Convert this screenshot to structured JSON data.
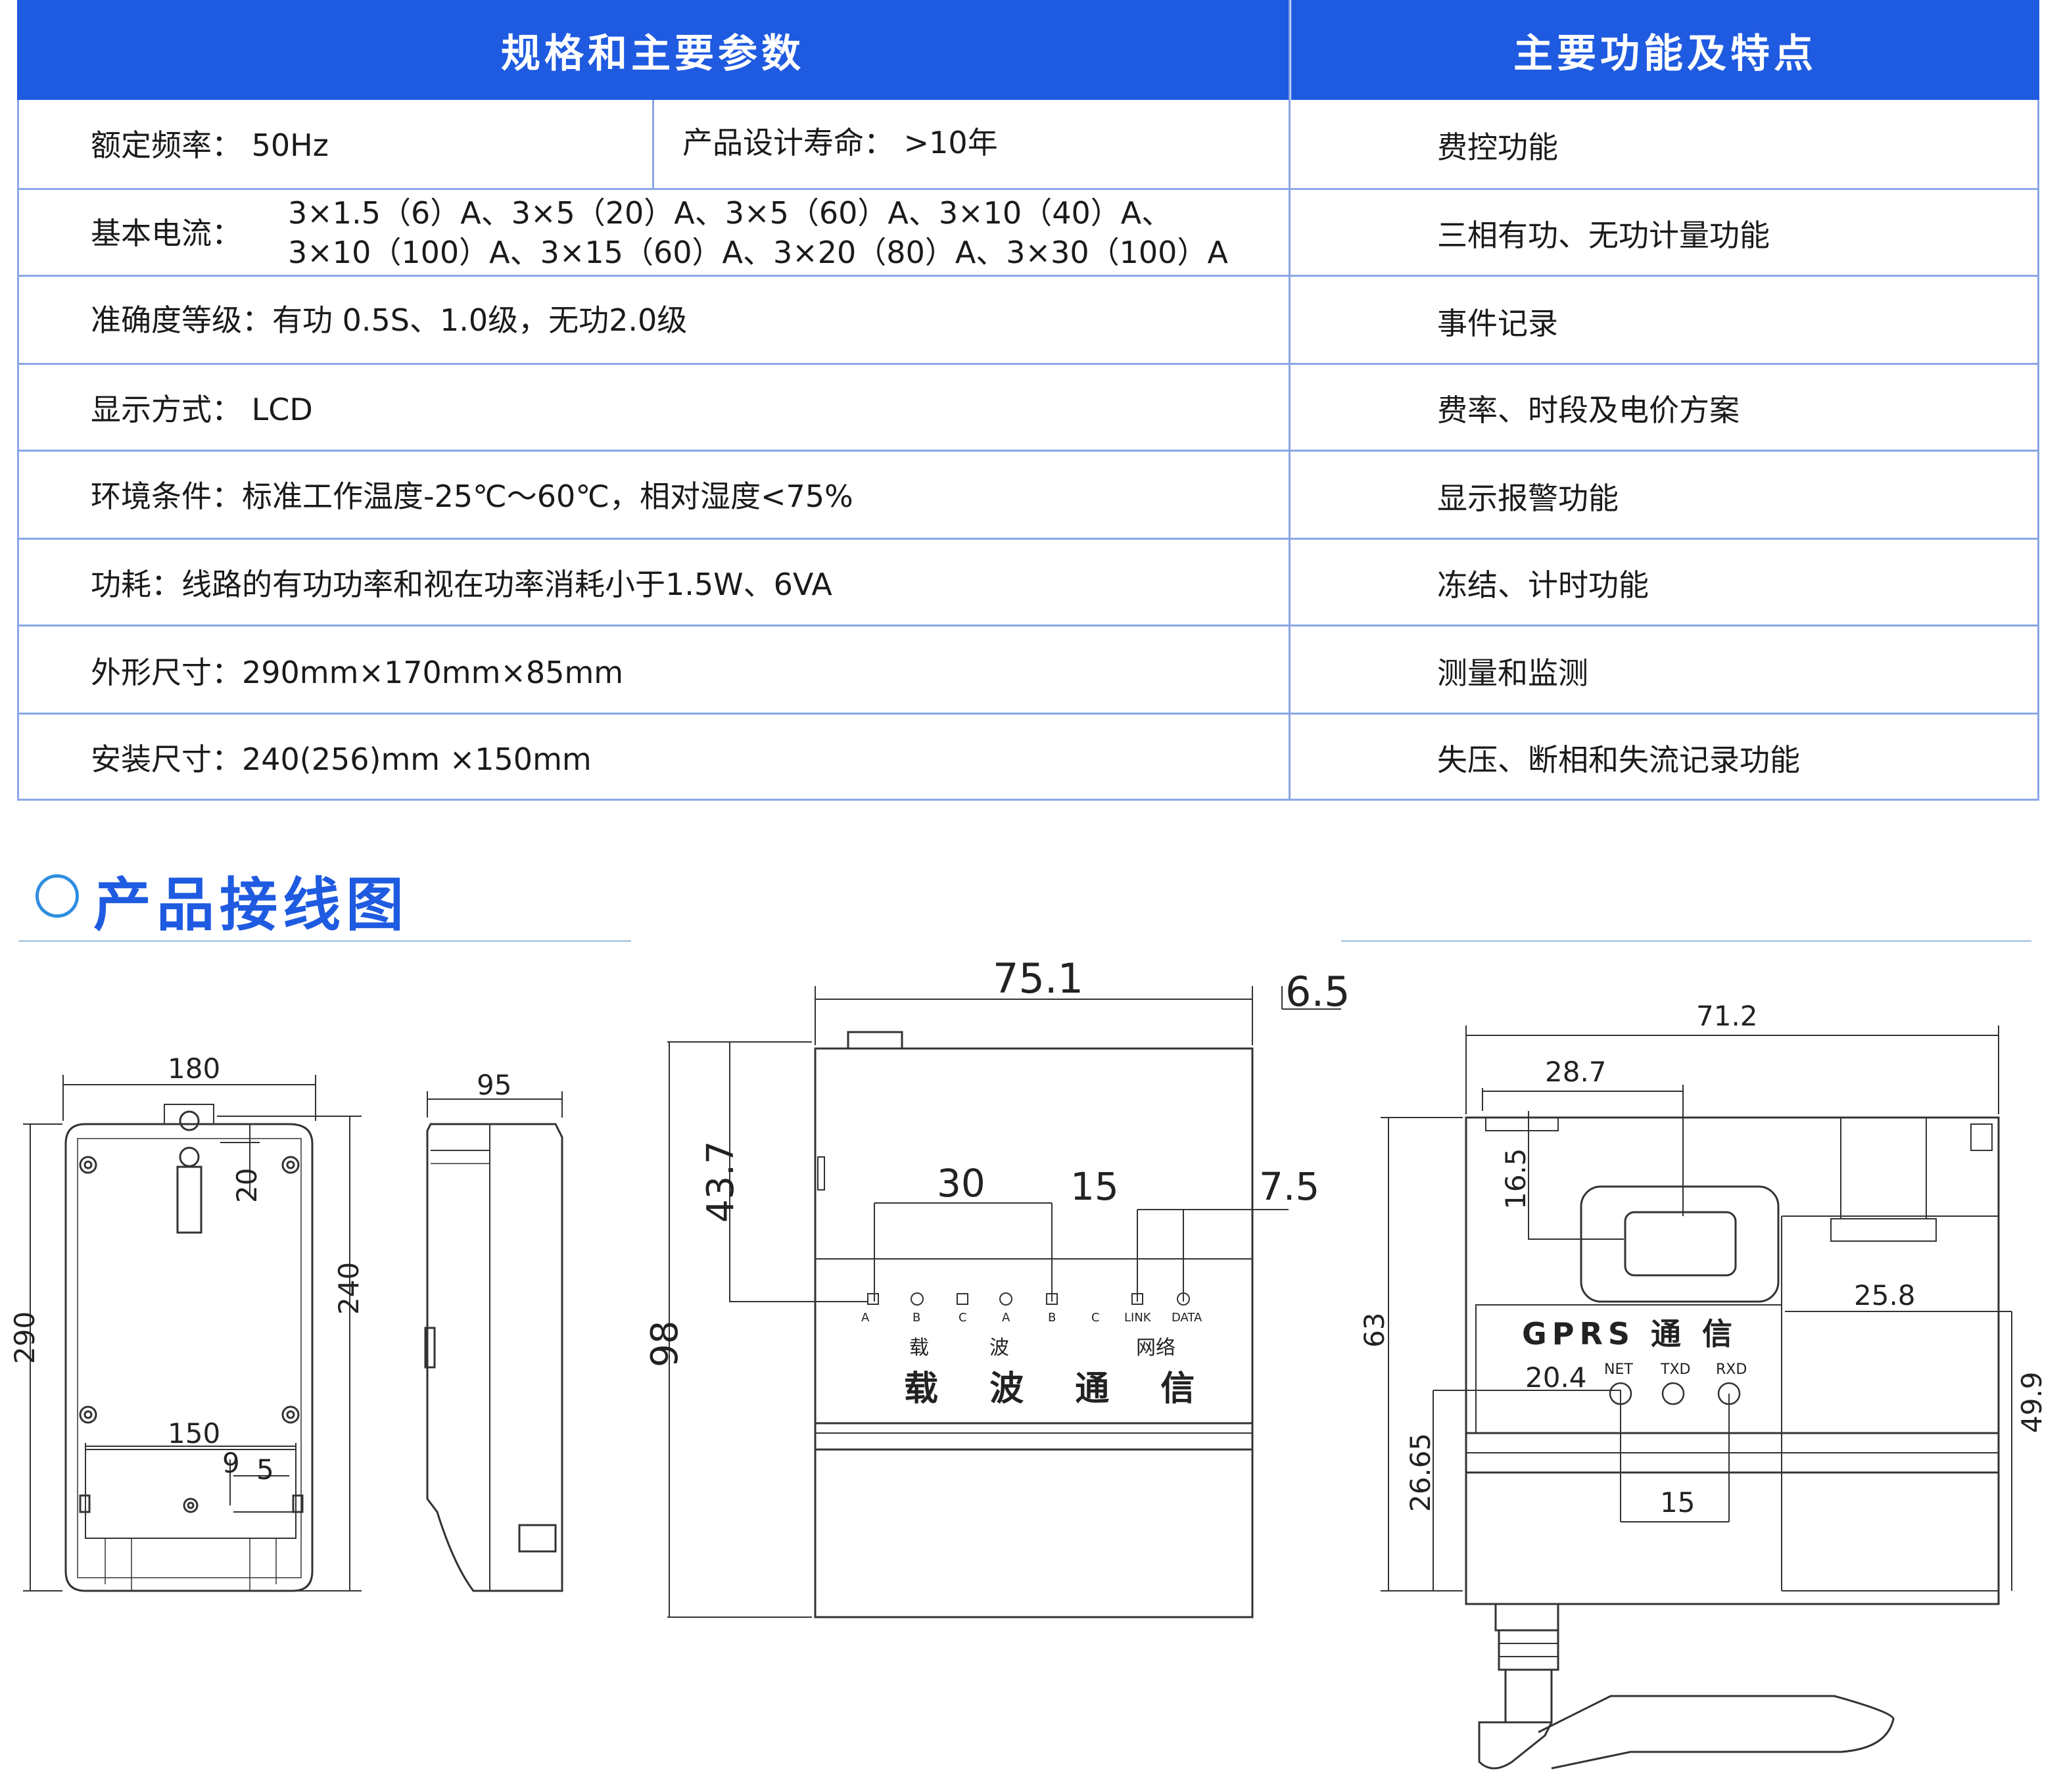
{
  "table": {
    "header_left": "规格和主要参数",
    "header_right": "主要功能及特点",
    "rows": [
      {
        "param": "额定频率：  50Hz",
        "param2": "产品设计寿命：  >10年",
        "feature": "费控功能"
      },
      {
        "param_label": "基本电流：",
        "param_line1": "3×1.5（6）A、3×5（20）A、3×5（60）A、3×10（40）A、",
        "param_line2": "3×10（100）A、3×15（60）A、3×20（80）A、3×30（100）A",
        "feature": "三相有功、无功计量功能"
      },
      {
        "param": "准确度等级：有功 0.5S、1.0级，无功2.0级",
        "feature": "事件记录"
      },
      {
        "param": "显示方式：  LCD",
        "feature": "费率、时段及电价方案"
      },
      {
        "param": "环境条件：标准工作温度-25℃～60℃，相对湿度<75%",
        "feature": "显示报警功能"
      },
      {
        "param": "功耗：线路的有功功率和视在功率消耗小于1.5W、6VA",
        "feature": "冻结、计时功能"
      },
      {
        "param": "外形尺寸：290mm×170mm×85mm",
        "feature": "测量和监测"
      },
      {
        "param": "安装尺寸：240(256)mm ×150mm",
        "feature": "失压、断相和失流记录功能"
      }
    ]
  },
  "section": {
    "title": "产品接线图"
  },
  "drawings": {
    "meter_front": {
      "dim_width": "180",
      "dim_height": "290",
      "dim_mount_h": "240",
      "dim_top": "20",
      "dim_bottom_w": "150",
      "dim_9": "9",
      "dim_5": "5"
    },
    "meter_side": {
      "dim_depth": "95"
    },
    "carrier_module": {
      "dim_width": "75.1",
      "dim_offset": "6.5",
      "dim_height": "98",
      "dim_43_7": "43.7",
      "dim_30": "30",
      "dim_15": "15",
      "dim_7_5": "7.5",
      "led_labels": [
        "A",
        "B",
        "C",
        "A",
        "B",
        "C",
        "LINK",
        "DATA"
      ],
      "group_label_1": "载",
      "group_label_2": "波",
      "group_label_3": "网络",
      "title": "载 波 通 信"
    },
    "gprs_module": {
      "dim_width": "71.2",
      "dim_28_7": "28.7",
      "dim_16_5": "16.5",
      "dim_63": "63",
      "dim_25_8": "25.8",
      "dim_20_4": "20.4",
      "dim_26_65": "26.65",
      "dim_49_9": "49.9",
      "dim_15": "15",
      "title": "GPRS  通  信",
      "led_labels": [
        "NET",
        "TXD",
        "RXD"
      ]
    }
  }
}
